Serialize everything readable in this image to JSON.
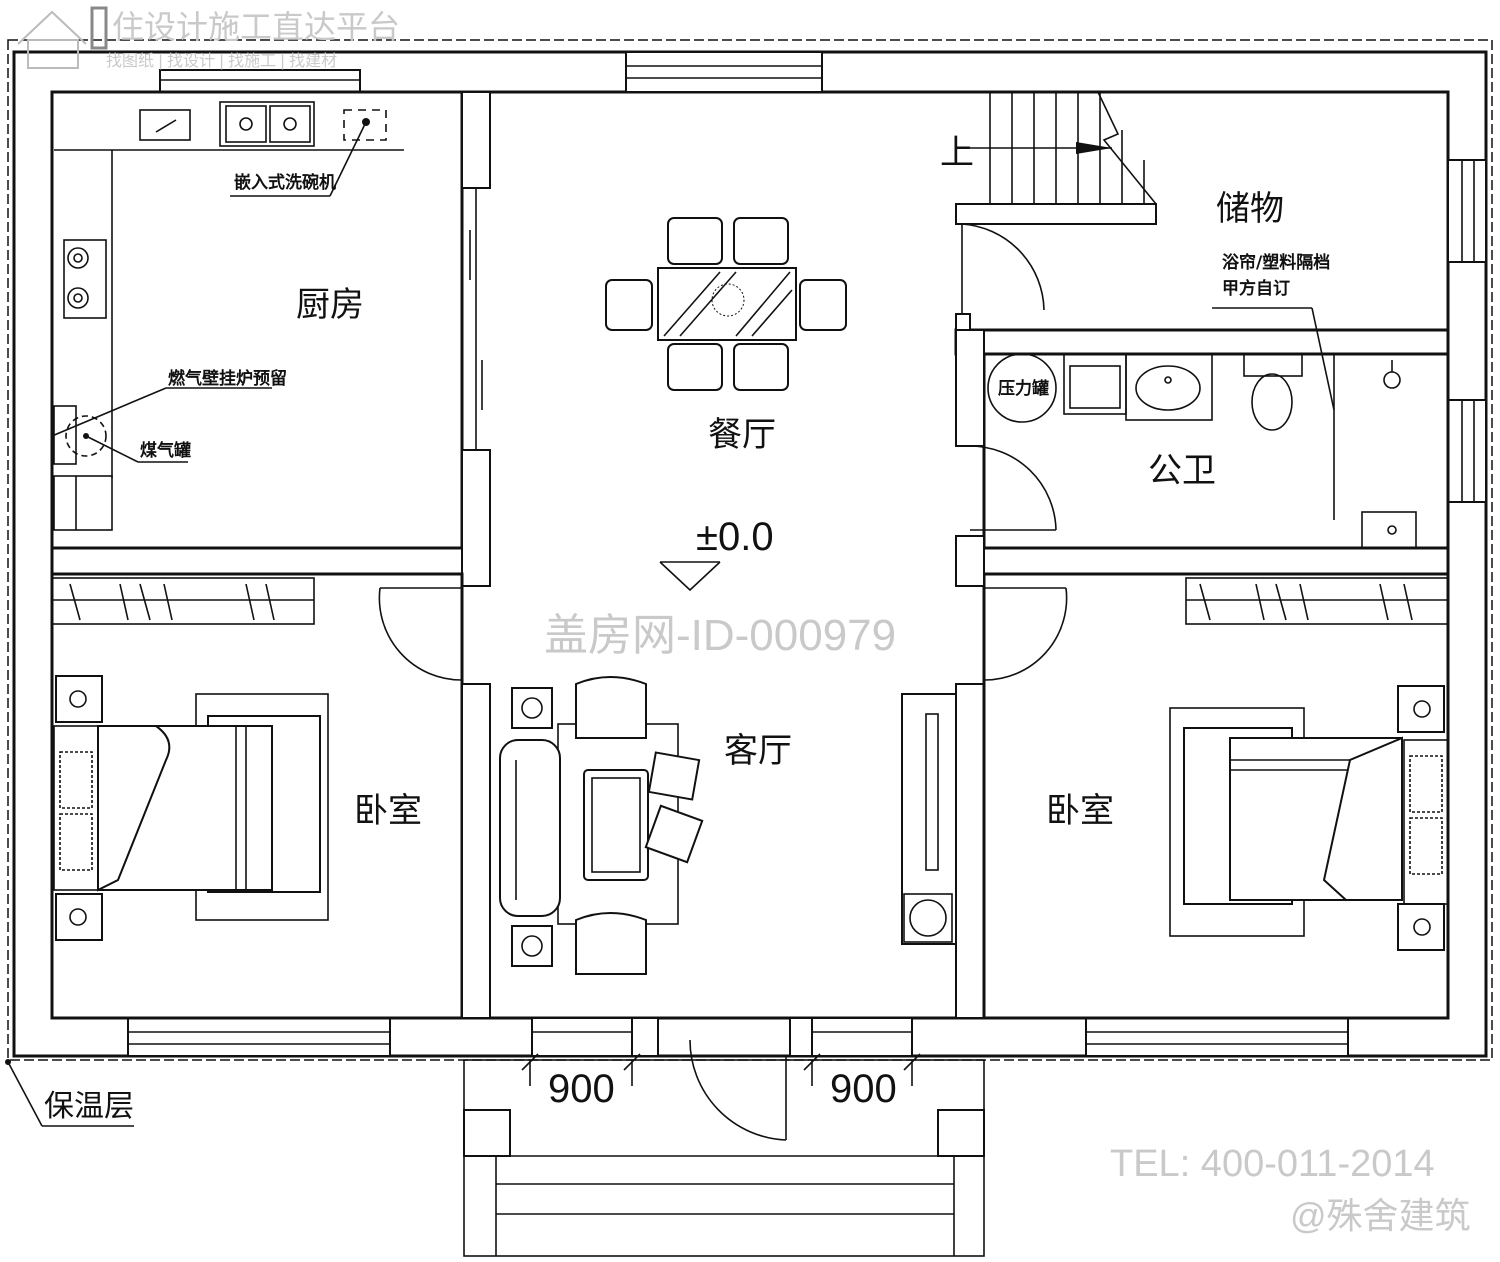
{
  "brand": {
    "slogan": "住设计施工直达平台",
    "sublinks": "找图纸 | 找设计 | 找施工 | 找建材"
  },
  "rooms": {
    "kitchen": "厨房",
    "dining": "餐厅",
    "storage": "储物",
    "bathroom": "公卫",
    "living": "客厅",
    "bedroom_left": "卧室",
    "bedroom_right": "卧室"
  },
  "notes": {
    "dishwasher": "嵌入式洗碗机",
    "boiler": "燃气壁挂炉预留",
    "gas_tank": "煤气罐",
    "pressure_tank": "压力罐",
    "curtain_line1": "浴帘/塑料隔档",
    "curtain_line2": "甲方自订",
    "stair_up": "上",
    "insulation": "保温层"
  },
  "levels": {
    "floor": "±0.0"
  },
  "dimensions": {
    "window_left": "900",
    "window_right": "900"
  },
  "watermarks": {
    "id": "盖房网-ID-000979",
    "tel": "TEL: 400-011-2014",
    "company": "@殊舍建筑"
  },
  "colors": {
    "line": "#111111",
    "watermark": "#c9c9c9",
    "background": "#ffffff"
  }
}
